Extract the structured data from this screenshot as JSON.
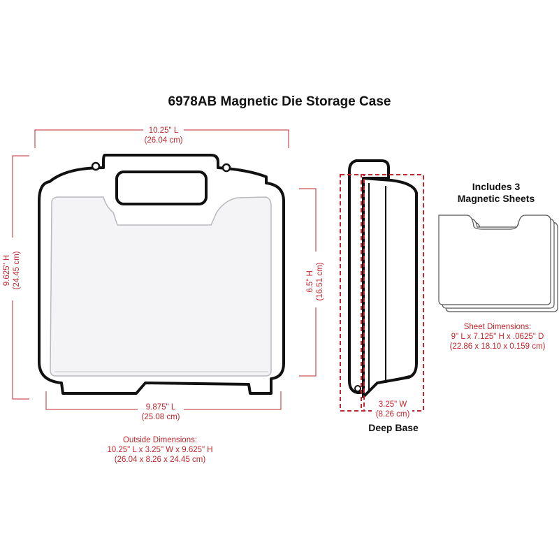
{
  "title": "6978AB Magnetic Die Storage Case",
  "colors": {
    "dimension": "#c1272d",
    "outline": "#111111",
    "lid": "#f4f4f6"
  },
  "front_view": {
    "length_top": "10.25\" L",
    "length_top_metric": "(26.04 cm)",
    "height_left": "9.625\" H",
    "height_left_metric": "(24.45 cm)",
    "height_right": "6.5\" H",
    "height_right_metric": "(16.51 cm)",
    "length_bottom": "9.875\" L",
    "length_bottom_metric": "(25.08 cm)"
  },
  "outside_dimensions": {
    "heading": "Outside Dimensions:",
    "line1": "10.25\" L x 3.25\" W x 9.625\" H",
    "line2": "(26.04 x 8.26 x 24.45 cm)"
  },
  "side_view": {
    "width": "3.25\" W",
    "width_metric": "(8.26 cm)",
    "label": "Deep Base"
  },
  "sheets": {
    "heading_line1": "Includes 3",
    "heading_line2": "Magnetic Sheets",
    "dims_heading": "Sheet Dimensions:",
    "dims_line1": "9\" L x 7.125\" H x .0625\" D",
    "dims_line2": "(22.86 x 18.10 x 0.159 cm)"
  }
}
